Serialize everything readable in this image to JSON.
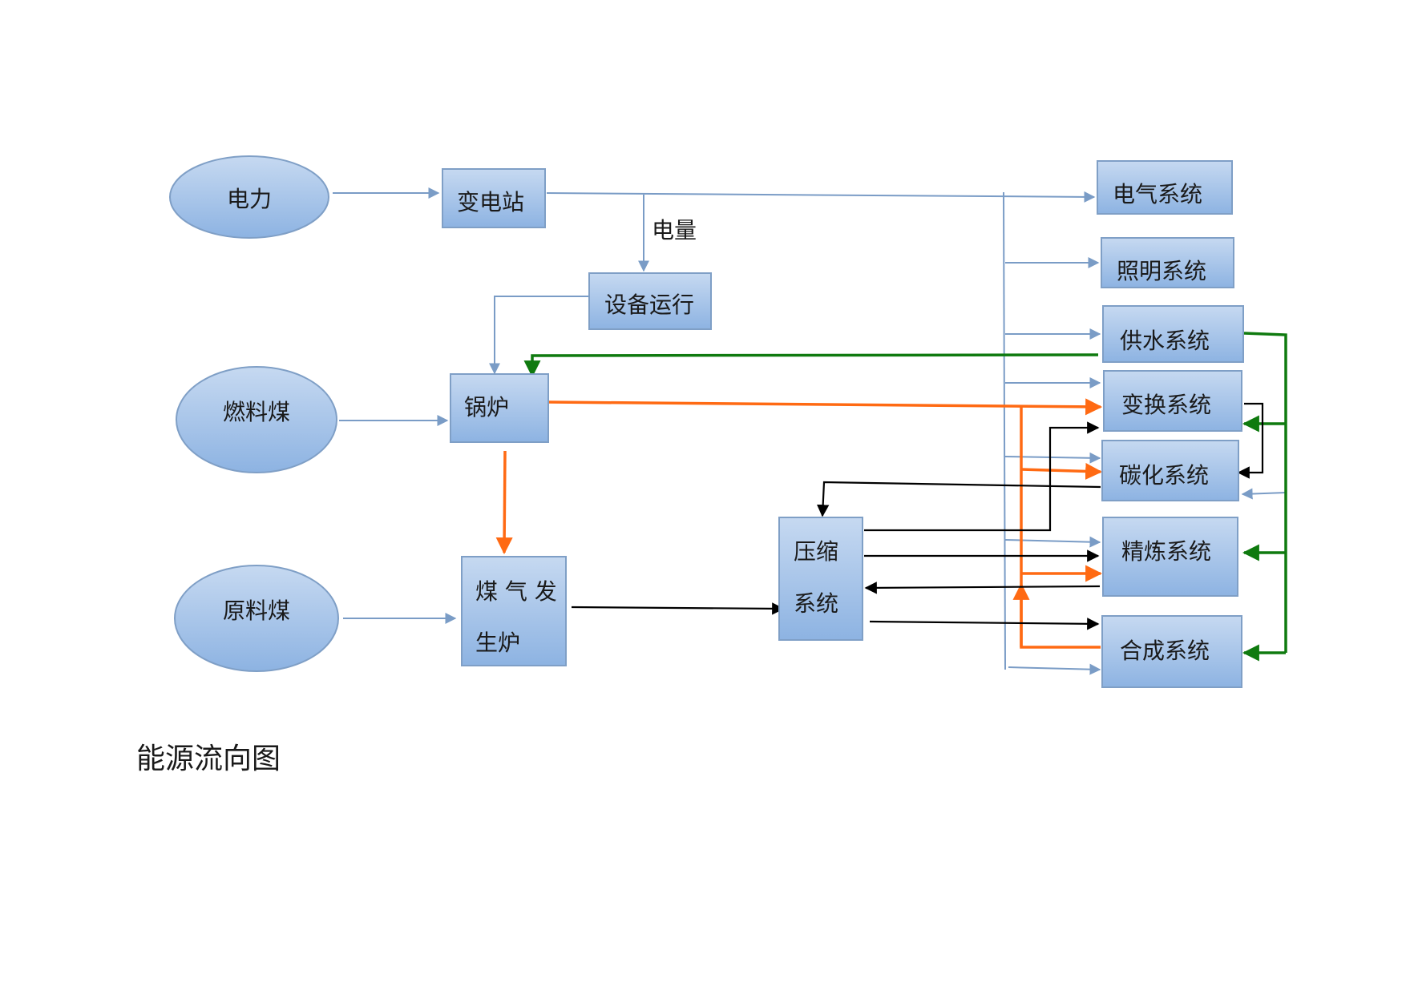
{
  "caption": "能源流向图",
  "colors": {
    "node_fill_top": "#c6d9f1",
    "node_fill_bottom": "#8db3e2",
    "node_stroke": "#7f9fc6",
    "edge_blue": "#7a9cc6",
    "edge_orange": "#ff6a13",
    "edge_green": "#0f7a0f",
    "edge_black": "#000000"
  },
  "nodes": {
    "electricity": "电力",
    "fuel_coal": "燃料煤",
    "raw_coal": "原料煤",
    "substation": "变电站",
    "equipment": "设备运行",
    "boiler": "锅炉",
    "gasifier_line1": "煤 气 发",
    "gasifier_line2": "生炉",
    "compressor_line1": "压缩",
    "compressor_line2": "系统",
    "electrical_system": "电气系统",
    "lighting_system": "照明系统",
    "water_system": "供水系统",
    "conversion_system": "变换系统",
    "carbonization_system": "碳化系统",
    "refining_system": "精炼系统",
    "synthesis_system": "合成系统"
  },
  "edges": {
    "power_label": "电量"
  }
}
